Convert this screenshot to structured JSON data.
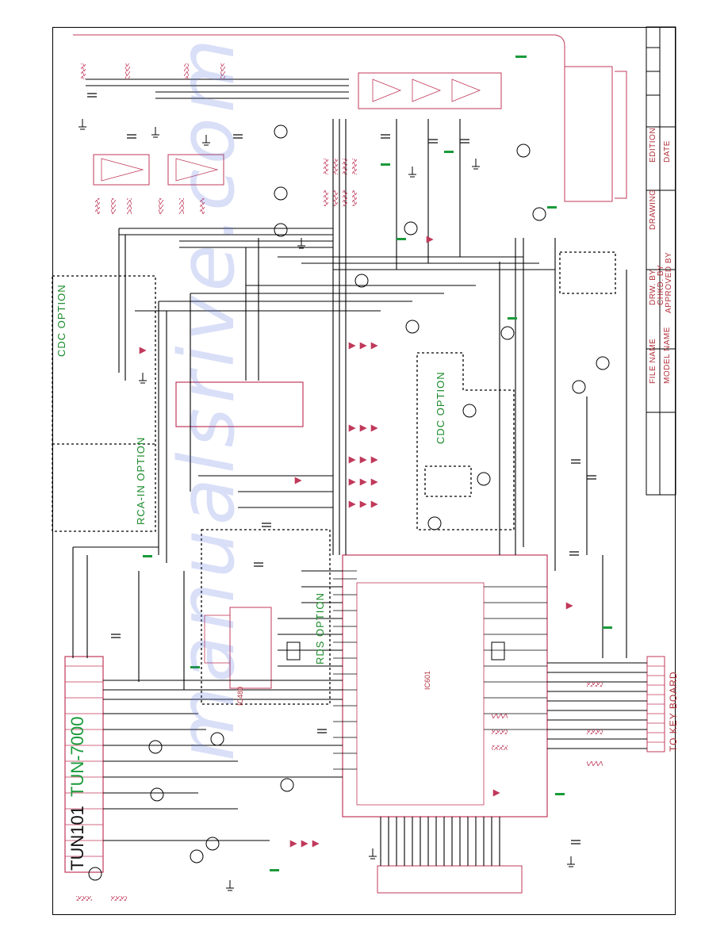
{
  "title_block": {
    "edition_label": "EDITION",
    "date_label": "DATE",
    "drawing_label": "DRAWING",
    "drw_by_label": "DRW. BY",
    "chkd_by_label": "CHKD. BY",
    "approved_by_label": "APPROVED BY",
    "file_name_label": "FILE NAME",
    "model_name_label": "MODEL NAME"
  },
  "tuner": {
    "name": "TUN101",
    "model": "TUN-7000"
  },
  "options": {
    "cdc_option_left": "CDC OPTION",
    "rca_in_option": "RCA-IN OPTION",
    "cdc_option_center": "CDC OPTION",
    "rds_option": "RDS OPTION"
  },
  "connectors": {
    "key_board": "TO KEY BOARD"
  },
  "ics": {
    "rds_ic": "IC480",
    "main_ic": "IC601"
  },
  "colors": {
    "wire": "#000000",
    "component": "#c0395a",
    "value": "#1a9a3a",
    "watermark": "#6a8cdc"
  },
  "watermark": {
    "text": "manualsrive.com"
  }
}
